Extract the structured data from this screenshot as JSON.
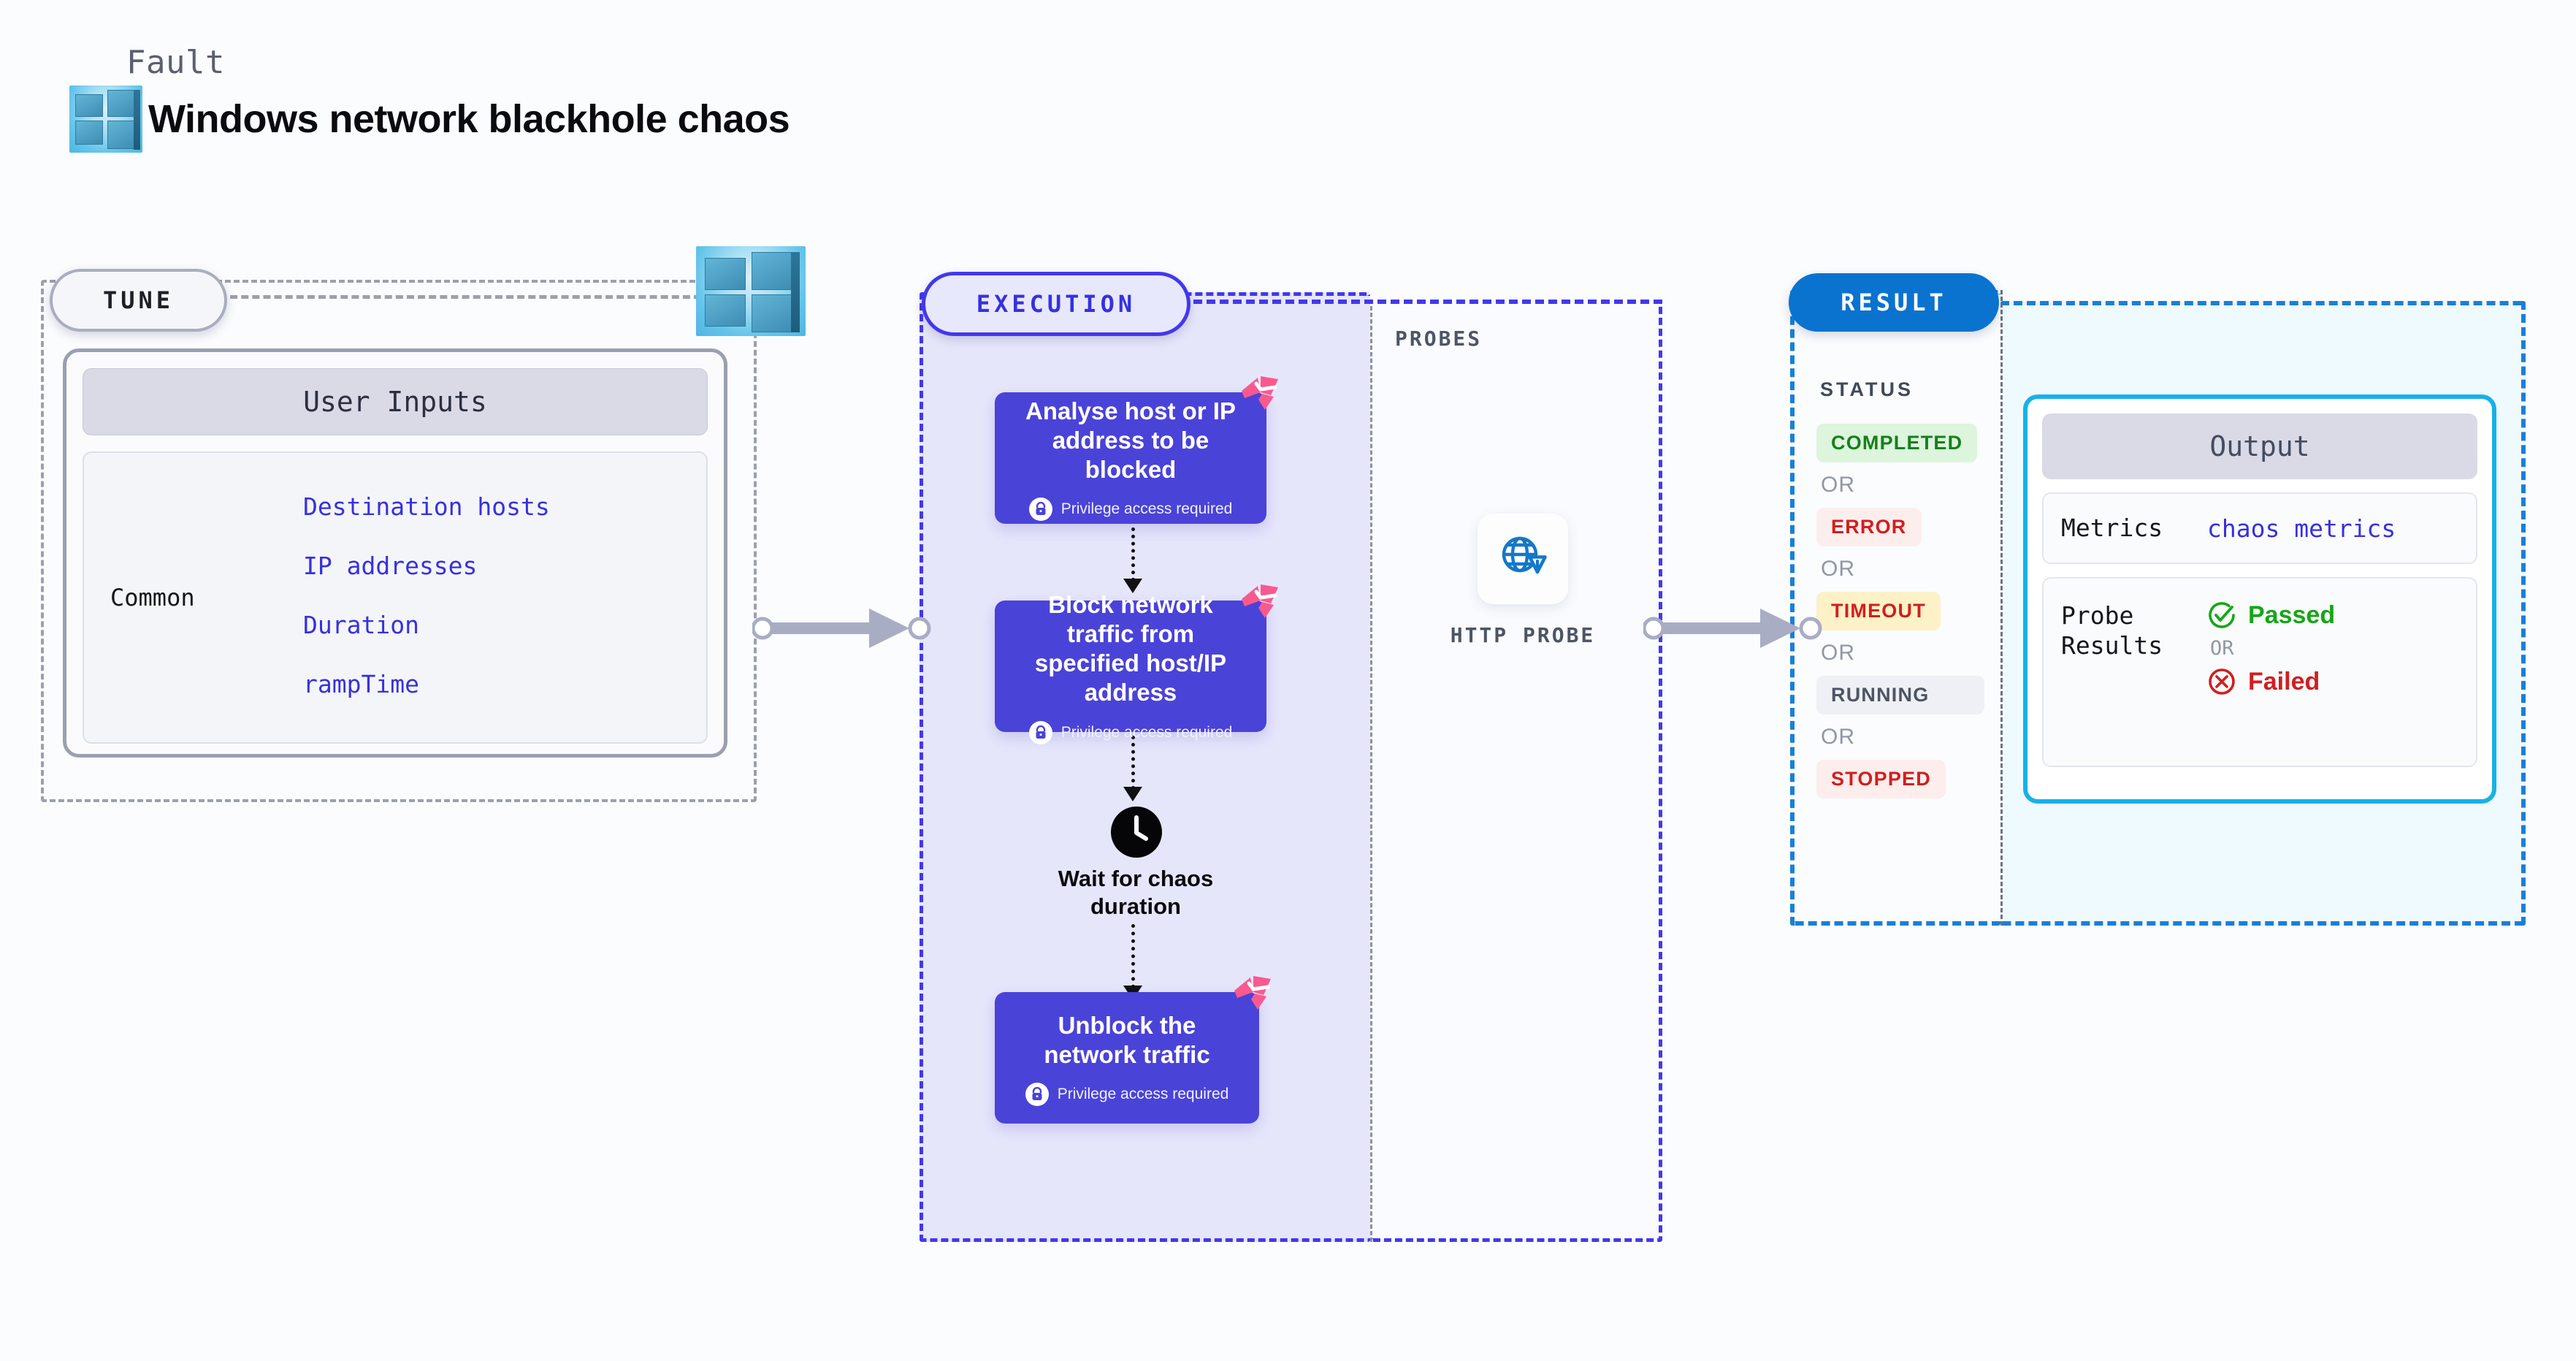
{
  "header": {
    "kicker": "Fault",
    "title": "Windows network blackhole chaos",
    "logo_icon": "windows-logo-icon"
  },
  "tune": {
    "label": "TUNE",
    "platform_icon": "windows-logo-icon",
    "inputs_card": {
      "header": "User Inputs",
      "group_name": "Common",
      "items": [
        "Destination hosts",
        "IP addresses",
        "Duration",
        "rampTime"
      ]
    }
  },
  "execution": {
    "label": "EXECUTION",
    "steps": [
      {
        "title": "Analyse host or IP address to be blocked",
        "privilege_note": "Privilege access required",
        "lock_icon": "lock-icon",
        "brand_icon": "litmus-chaos-icon"
      },
      {
        "title": "Block network traffic from specified host/IP address",
        "privilege_note": "Privilege access required",
        "lock_icon": "lock-icon",
        "brand_icon": "litmus-chaos-icon"
      },
      {
        "title": "Unblock the network traffic",
        "privilege_note": "Privilege access required",
        "lock_icon": "lock-icon",
        "brand_icon": "litmus-chaos-icon"
      }
    ],
    "wait": {
      "icon": "clock-icon",
      "label": "Wait for chaos duration"
    }
  },
  "probes": {
    "title": "PROBES",
    "items": [
      {
        "icon": "globe-warning-icon",
        "label": "HTTP PROBE"
      }
    ]
  },
  "result": {
    "label": "RESULT",
    "status_title": "STATUS",
    "or_text": "OR",
    "statuses": [
      {
        "label": "COMPLETED",
        "bg": "#dcf5dc",
        "fg": "#15801b"
      },
      {
        "label": "ERROR",
        "bg": "#fdeeee",
        "fg": "#d01f1f"
      },
      {
        "label": "TIMEOUT",
        "bg": "#fdf1c8",
        "fg": "#d01f1f"
      },
      {
        "label": "RUNNING",
        "bg": "#eff0f5",
        "fg": "#4d5565"
      },
      {
        "label": "STOPPED",
        "bg": "#fdeded",
        "fg": "#d01f1f"
      }
    ],
    "output": {
      "header": "Output",
      "metrics_key": "Metrics",
      "metrics_value": "chaos metrics",
      "probe_results_key": "Probe Results",
      "or_text": "OR",
      "passed": {
        "label": "Passed",
        "icon": "check-circle-icon",
        "color": "#17a617"
      },
      "failed": {
        "label": "Failed",
        "icon": "x-circle-icon",
        "color": "#d01f1f"
      }
    }
  },
  "colors": {
    "execution_purple": "#4a43d8",
    "execution_bg": "#e6e6fb",
    "result_blue": "#0a73cf",
    "output_border": "#17b1e8",
    "tune_gray": "#9aa0b0",
    "litmus_pink": "#f9598f",
    "link_indigo": "#3730e0"
  }
}
